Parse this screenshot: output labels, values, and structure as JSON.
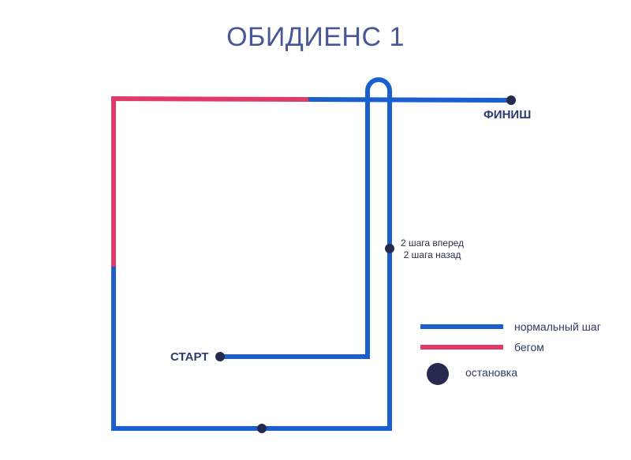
{
  "title": "ОБИДИЕНС 1",
  "labels": {
    "finish": "ФИНИШ",
    "start": "СТАРТ",
    "steps_forward": "2 шага вперед",
    "steps_back": "2 шага назад"
  },
  "legend": {
    "normal": "нормальный шаг",
    "run": "бегом",
    "stop": "остановка"
  },
  "colors": {
    "normal": "#1a5ed0",
    "run": "#e23a68",
    "stop": "#252a4e"
  }
}
